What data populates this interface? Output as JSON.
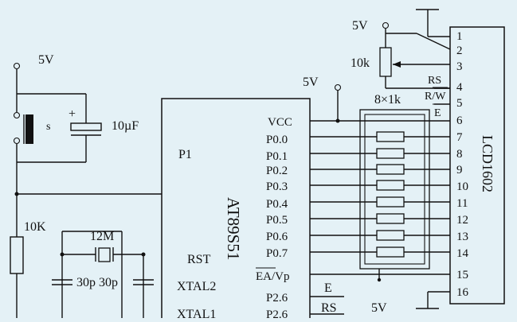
{
  "supply": {
    "v1": "5V",
    "v2": "5V",
    "v3": "5V",
    "v4": "5V"
  },
  "components": {
    "switch": "s",
    "capacitor": "10µF",
    "pot": "10k",
    "resistor_network": "8×1k",
    "reset_resistor": "10K",
    "crystal": "12M",
    "load_caps": "30p 30p",
    "p1_label": "P1"
  },
  "mcu": {
    "name": "AT89S51",
    "pins": [
      "VCC",
      "P0.0",
      "P0.1",
      "P0.2",
      "P0.3",
      "P0.4",
      "P0.5",
      "P0.6",
      "P0.7",
      "EA/Vp",
      "P2.6",
      "P2.6"
    ],
    "rst": "RST",
    "xtal2": "XTAL2",
    "xtal1": "XTAL1"
  },
  "lcd": {
    "name": "LCD1602",
    "pins": [
      "1",
      "2",
      "3",
      "4",
      "5",
      "6",
      "7",
      "8",
      "9",
      "10",
      "11",
      "12",
      "13",
      "14",
      "15",
      "16"
    ],
    "rs": "RS",
    "rw": "R/W",
    "e": "E"
  },
  "nets": {
    "e_net": "E",
    "rs_net": "RS"
  }
}
